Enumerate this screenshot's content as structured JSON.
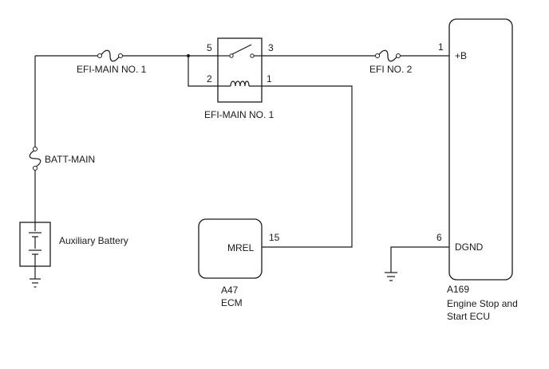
{
  "fuses": {
    "efi_main_1": "EFI-MAIN NO. 1",
    "efi_2": "EFI NO. 2",
    "batt_main": "BATT-MAIN"
  },
  "relay": {
    "name": "EFI-MAIN NO. 1",
    "pins": {
      "p5": "5",
      "p3": "3",
      "p2": "2",
      "p1": "1"
    }
  },
  "battery": {
    "label": "Auxiliary Battery"
  },
  "ecm": {
    "signal": "MREL",
    "pin": "15",
    "connector": "A47",
    "name": "ECM"
  },
  "engine_ecu": {
    "pin_b": "1",
    "label_b": "+B",
    "pin_gnd": "6",
    "label_gnd": "DGND",
    "connector": "A169",
    "name_line1": "Engine Stop and",
    "name_line2": "Start ECU"
  }
}
